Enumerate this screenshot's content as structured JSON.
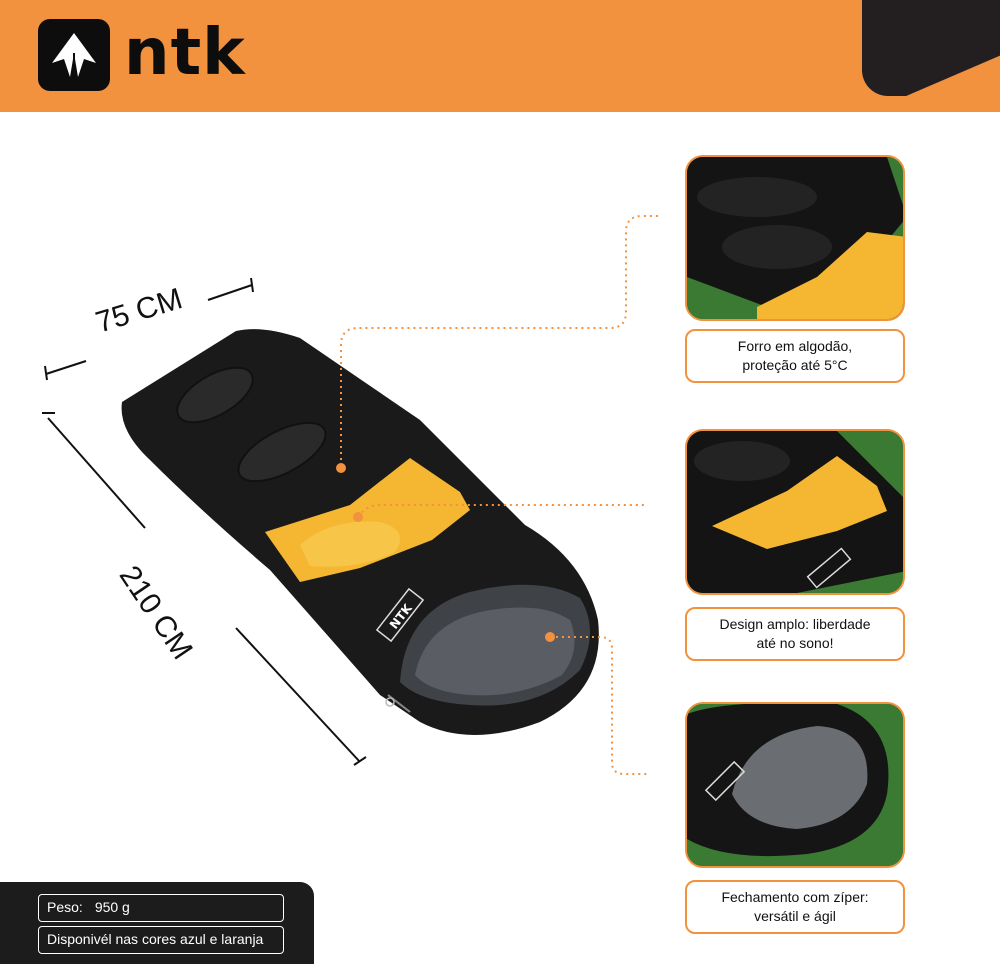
{
  "brand": {
    "name": "ntk",
    "logo_icon": "ntk-arrow-logo-icon",
    "colors": {
      "orange": "#F2923F",
      "dark": "#231F20",
      "yellow": "#F5B731"
    }
  },
  "dimensions": {
    "width_label": "75 CM",
    "length_label": "210 CM"
  },
  "product_print": "NTK",
  "features": [
    {
      "caption": "Forro em algodão,\nproteção até 5°C"
    },
    {
      "caption": "Design amplo: liberdade\naté no sono!"
    },
    {
      "caption": "Fechamento com zíper:\nversátil e ágil"
    }
  ],
  "specs": {
    "weight_label": "Peso:",
    "weight_value": "950 g",
    "colors_note": "Disponivél nas cores azul e laranja"
  }
}
